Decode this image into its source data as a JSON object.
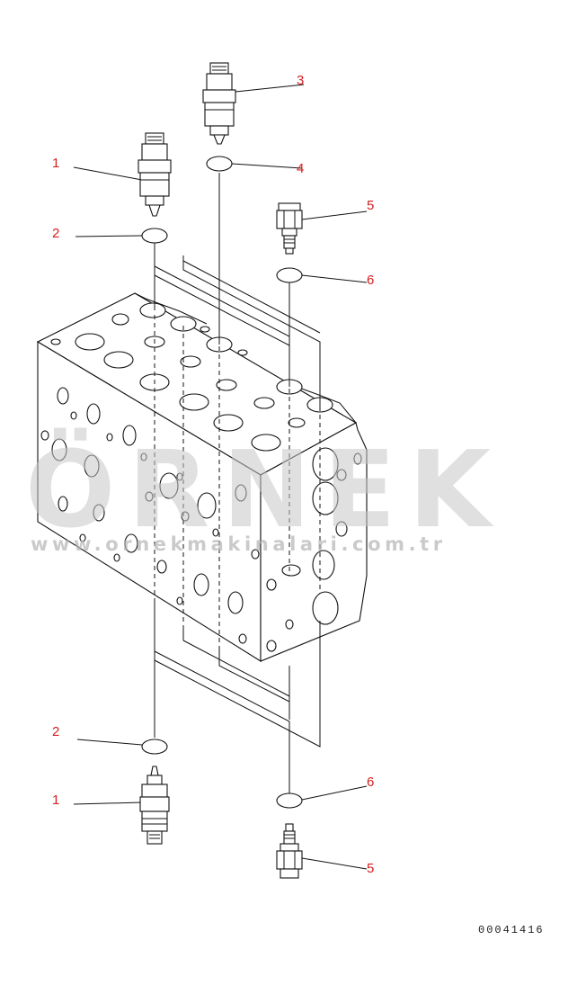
{
  "callouts": [
    {
      "id": "c1-top",
      "label": "1"
    },
    {
      "id": "c2-top",
      "label": "2"
    },
    {
      "id": "c3",
      "label": "3"
    },
    {
      "id": "c4",
      "label": "4"
    },
    {
      "id": "c5-top",
      "label": "5"
    },
    {
      "id": "c6-top",
      "label": "6"
    },
    {
      "id": "c2-bottom",
      "label": "2"
    },
    {
      "id": "c1-bottom",
      "label": "1"
    },
    {
      "id": "c6-bottom",
      "label": "6"
    },
    {
      "id": "c5-bottom",
      "label": "5"
    }
  ],
  "watermark": {
    "brand": "ÖRNEK",
    "url": "www.ornekmakinalari.com.tr"
  },
  "drawing_code": "00041416",
  "colors": {
    "callout": "#d42020",
    "line": "#111111",
    "watermark": "#c8c8c8"
  }
}
